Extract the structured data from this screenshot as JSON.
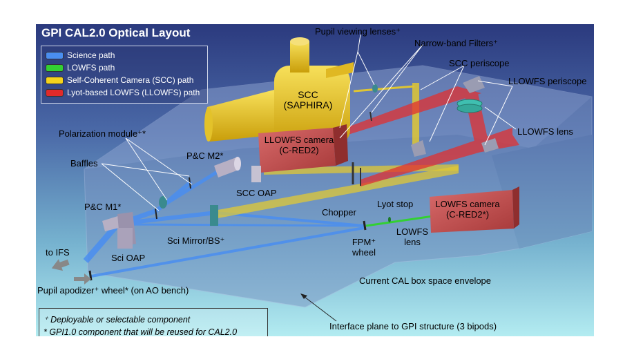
{
  "title": "GPI CAL2.0 Optical Layout",
  "legend": [
    {
      "label": "Science path",
      "color": "#4a8ef0"
    },
    {
      "label": "LOWFS path",
      "color": "#33d033"
    },
    {
      "label": "Self-Coherent Camera (SCC) path",
      "color": "#f5d31c"
    },
    {
      "label": "Lyot-based LOWFS (LLOWFS) path",
      "color": "#e02a2a"
    }
  ],
  "labels": {
    "pupil_viewing": "Pupil viewing lenses⁺",
    "narrowband": "Narrow-band Filters⁺",
    "scc_periscope": "SCC periscope",
    "llowfs_periscope": "LLOWFS periscope",
    "llowfs_lens": "LLOWFS lens",
    "scc_cam_line1": "SCC",
    "scc_cam_line2": "(SAPHIRA)",
    "llowfs_cam_line1": "LLOWFS camera",
    "llowfs_cam_line2": "(C-RED2)",
    "polarization": "Polarization module⁺*",
    "pc_m2": "P&C M2*",
    "baffles": "Baffles",
    "scc_oap": "SCC OAP",
    "lyot_stop": "Lyot stop",
    "chopper": "Chopper",
    "lowfs_cam_line1": "LOWFS camera",
    "lowfs_cam_line2": "(C-RED2*)",
    "pc_m1": "P&C M1*",
    "to_ifs": "to IFS",
    "sci_oap": "Sci OAP",
    "sci_mirror": "Sci Mirror/BS⁺",
    "fpm_line1": "FPM⁺",
    "fpm_line2": "wheel",
    "lowfs_lens_line1": "LOWFS",
    "lowfs_lens_line2": "lens",
    "envelope": "Current CAL box space envelope",
    "pupil_apodizer": "Pupil apodizer⁺ wheel* (on AO bench)",
    "interface": "Interface plane to GPI structure (3 bipods)"
  },
  "notes": [
    "⁺ Deployable or selectable component",
    "* GPI1.0 component that will be reused for CAL2.0"
  ]
}
